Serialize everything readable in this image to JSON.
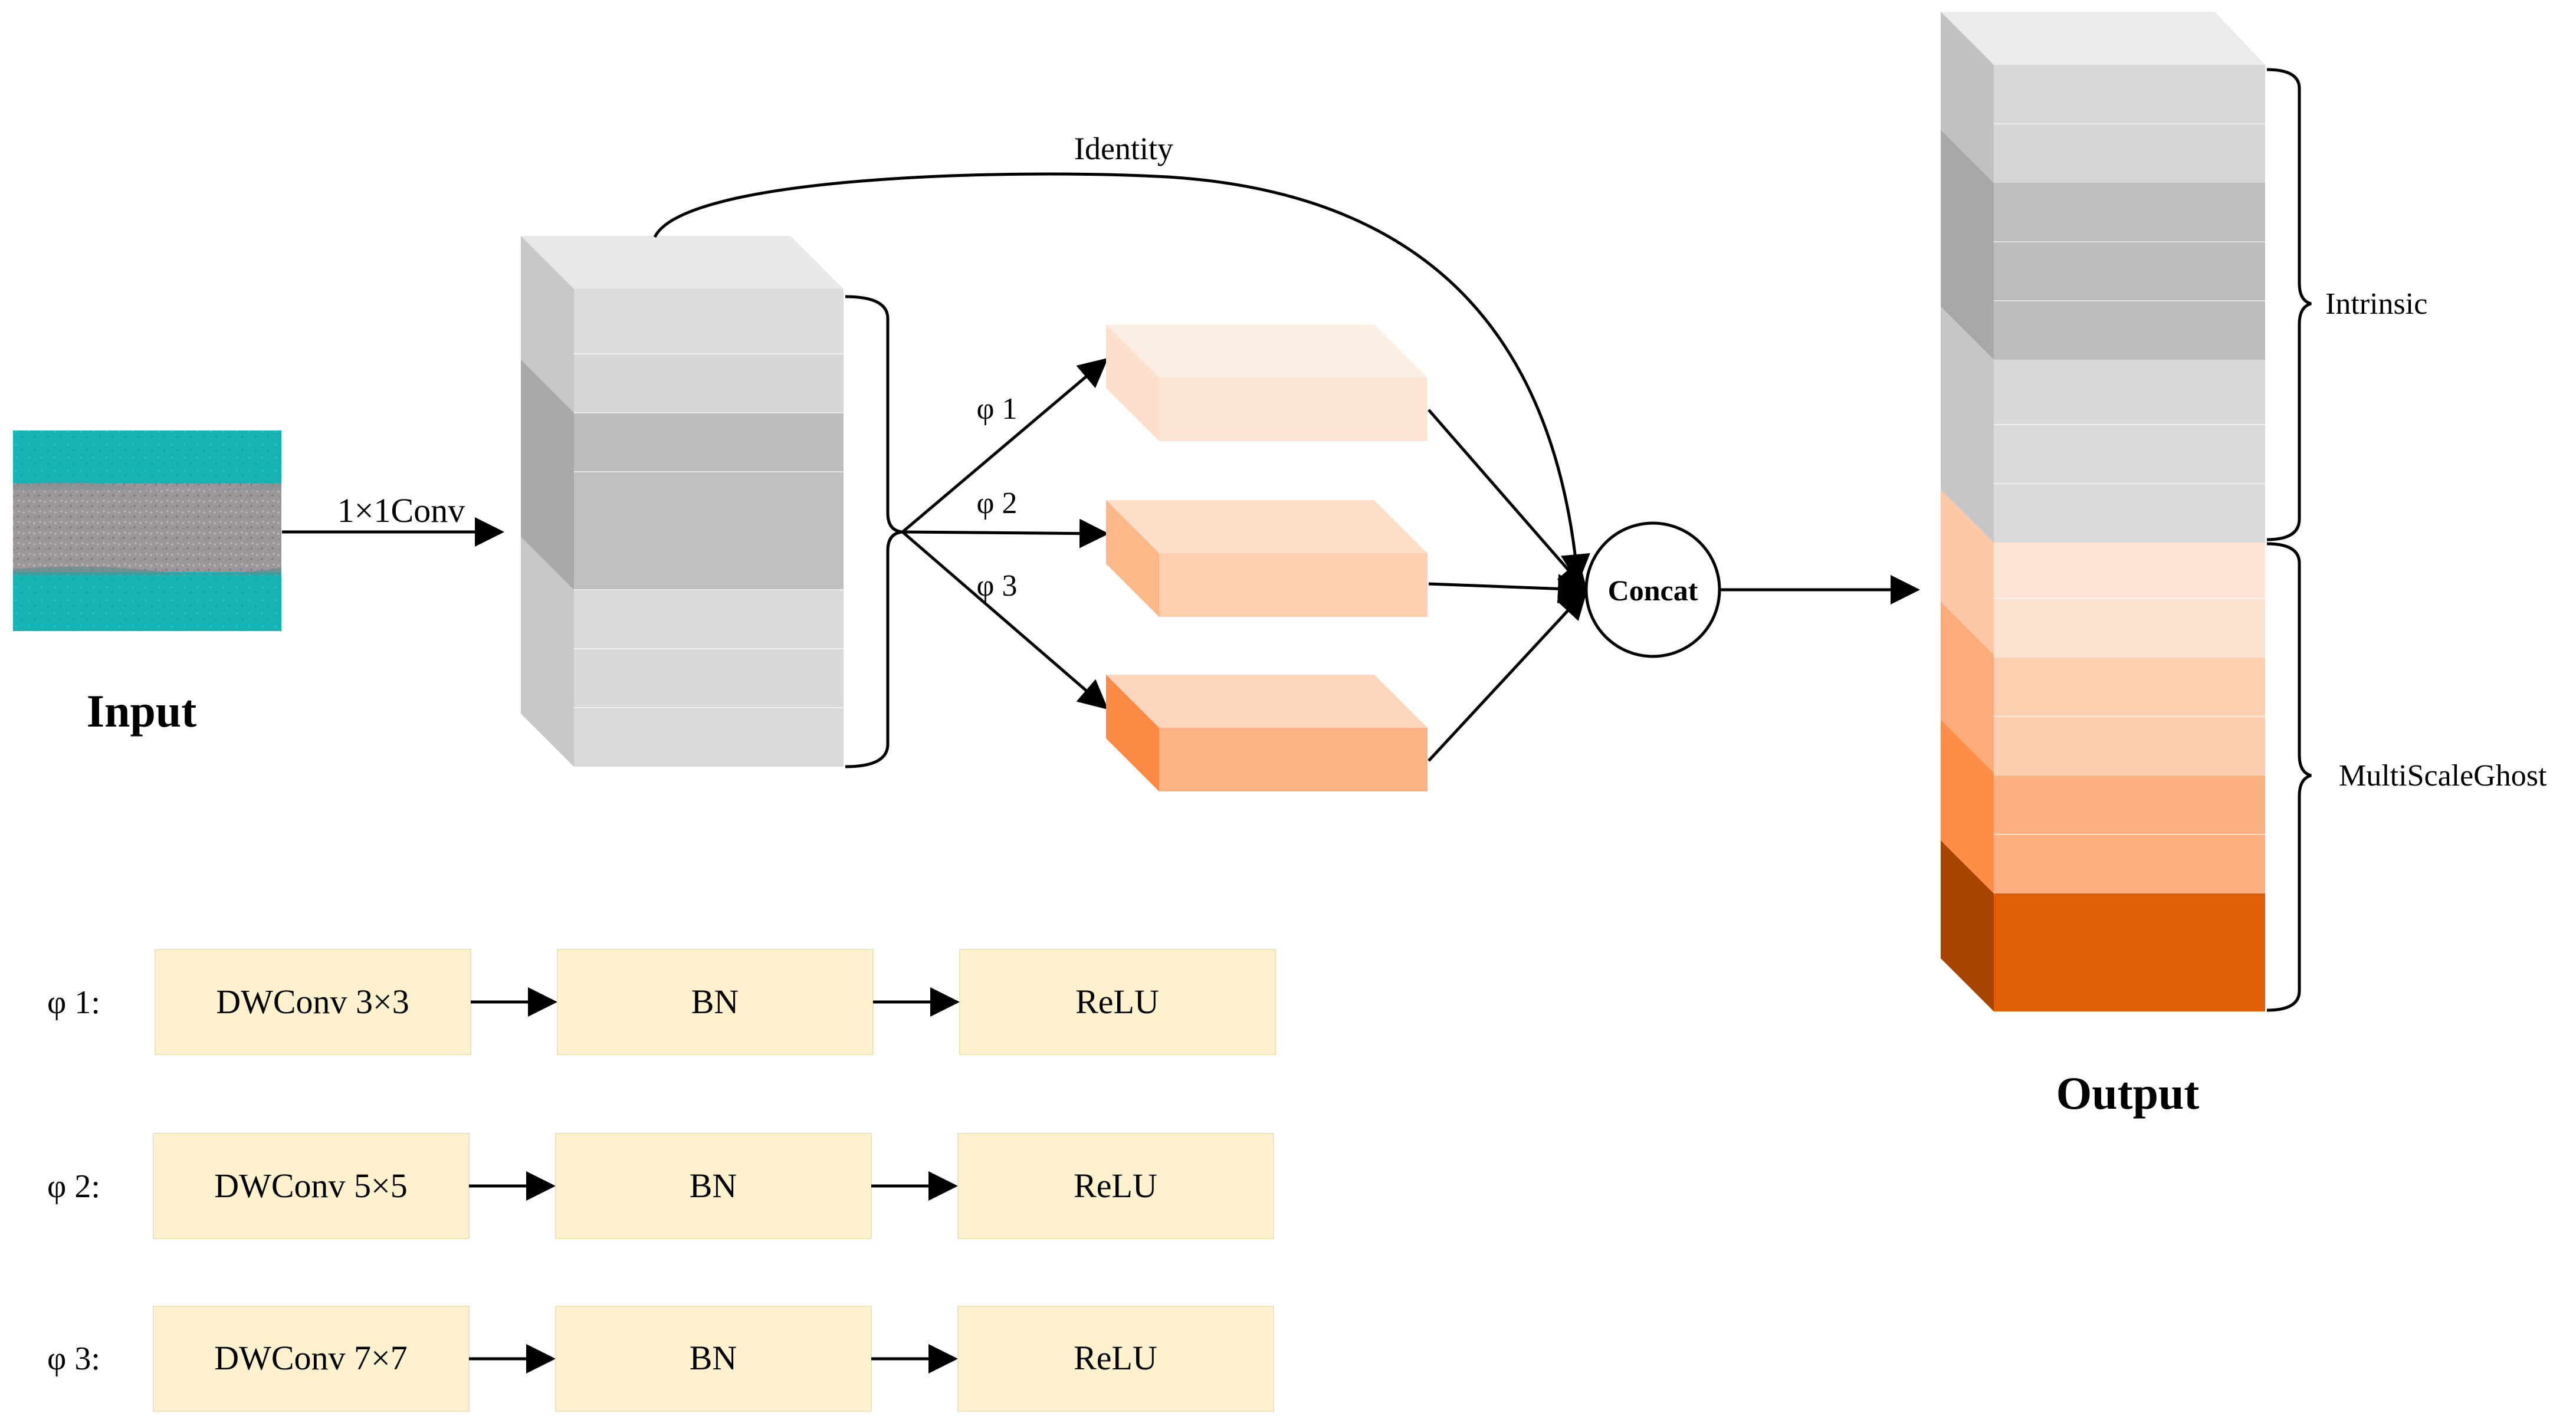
{
  "input": {
    "label": "Input"
  },
  "output": {
    "label": "Output"
  },
  "conv": {
    "label": "1×1Conv"
  },
  "identity": {
    "label": "Identity"
  },
  "concat": {
    "label": "Concat"
  },
  "branches": [
    {
      "label": "φ 1"
    },
    {
      "label": "φ 2"
    },
    {
      "label": "φ 3"
    }
  ],
  "braces": {
    "intrinsic": "Intrinsic",
    "multiscale": "MultiScaleGhost"
  },
  "pipeline": [
    {
      "label": "φ 1:",
      "ops": [
        "DWConv 3×3",
        "BN",
        "ReLU"
      ]
    },
    {
      "label": "φ 2:",
      "ops": [
        "DWConv 5×5",
        "BN",
        "ReLU"
      ]
    },
    {
      "label": "φ 3:",
      "ops": [
        "DWConv 7×7",
        "BN",
        "ReLU"
      ]
    }
  ],
  "colors": {
    "gray_light": "#d9d9d9",
    "gray_dark": "#bfbfbf",
    "orange_1": "#fde3d3",
    "orange_2": "#fccfb2",
    "orange_3": "#fdb182",
    "orange_4": "#e05e05",
    "box_fill": "#fdf2cd",
    "input_teal": "#18b8b8",
    "input_metal": "#9a9498"
  }
}
